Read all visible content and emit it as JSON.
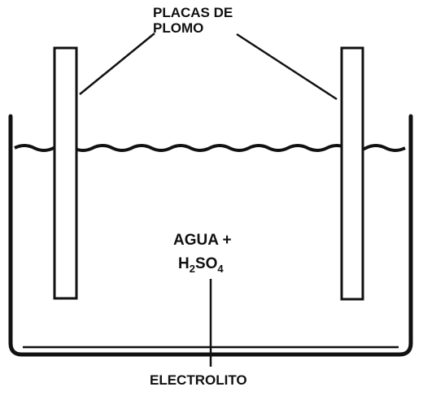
{
  "labels": {
    "plates_line1": "PLACAS DE",
    "plates_line2": "PLOMO",
    "electrolyte_line1": "AGUA +",
    "electrolyte_formula": {
      "h": "H",
      "h_sub": "2",
      "so": "SO",
      "o_sub": "4"
    },
    "electrolyte_caption": "ELECTROLITO"
  },
  "colors": {
    "ink": "#111111",
    "background": "#ffffff"
  }
}
